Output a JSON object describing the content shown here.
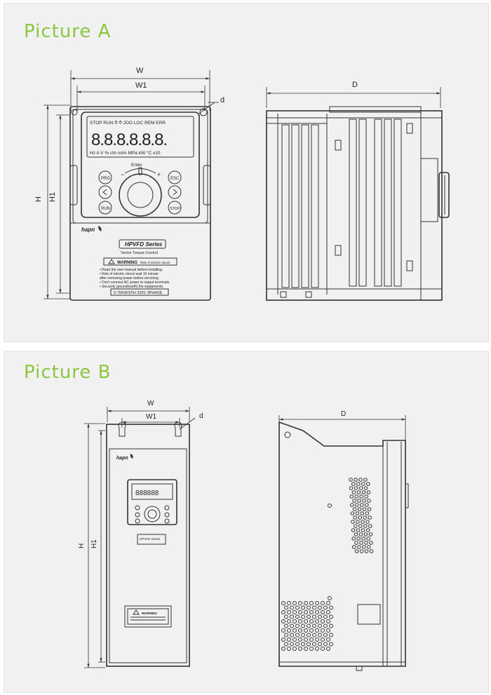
{
  "theme": {
    "accent": "#8cc63f",
    "line": "#333333",
    "panel_bg": "#f1f1f1"
  },
  "pictureA": {
    "title": "Picture  A",
    "dims": {
      "W": "W",
      "W1": "W1",
      "D": "D",
      "d": "d",
      "H": "H",
      "H1": "H1"
    },
    "keypad": {
      "indicators": "STOP RUN ⥀ ⥁ JOG LOC REM ERR",
      "display": "8.8.8.8.8.8.",
      "units": "Hz A V % r/m m/m MPa kW °C x10",
      "enter": "Enter",
      "minus": "−",
      "plus": "+",
      "btn_prg": "PRG",
      "btn_esc": "ESC",
      "btn_run": "RUN",
      "btn_stop": "STOP"
    },
    "brand": "hapn",
    "series": "HPVFD Series",
    "subtitle": "Vector Torque Control",
    "warning_title": "WARNING",
    "warning_risk": "Risk of electric shock",
    "warning_lines": [
      "• Read the user manual before installing.",
      "• Risk of electric shock wait 10 minute",
      "  after removing power before servicing.",
      "• Don't connect AC power to output terminals.",
      "• Securely ground(earth) the equipments."
    ],
    "rating": "0.75KW/1PH 220V 3PHASE"
  },
  "pictureB": {
    "title": "Picture  B",
    "dims": {
      "W": "W",
      "W1": "W1",
      "D": "D",
      "d": "d",
      "H": "H",
      "H1": "H1"
    },
    "brand": "hapn",
    "display": "888888",
    "series": "HPVFD Series",
    "warning_title": "WARNING"
  }
}
